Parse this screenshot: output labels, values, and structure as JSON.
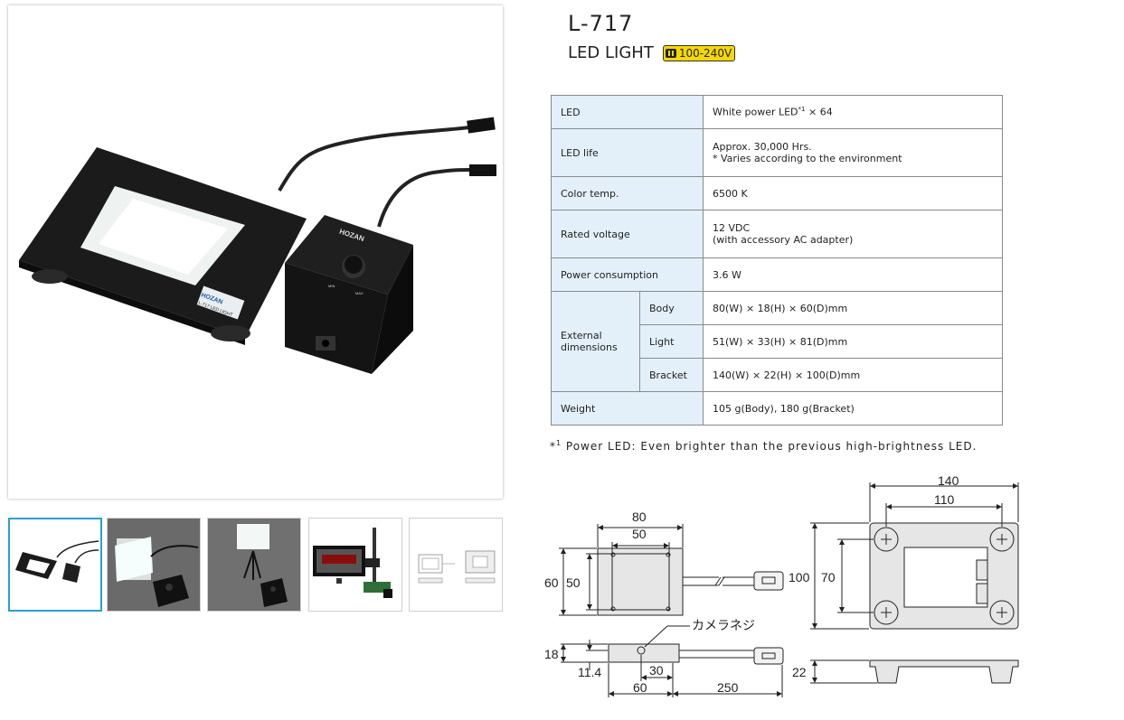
{
  "product": {
    "model": "L-717",
    "name": "LED LIGHT",
    "voltage_badge": "100-240V"
  },
  "gallery": {
    "main_image_label": "HOZAN",
    "main_image_plate_label": "L-717 LED LIGHT",
    "knob_min": "MIN",
    "knob_max": "MAX",
    "selected_index": 0
  },
  "specs": {
    "led_label": "LED",
    "led_value": "White power LED",
    "led_sup": "*1",
    "led_count": " × 64",
    "life_label": "LED life",
    "life_value_1": "Approx. 30,000 Hrs.",
    "life_value_2": "* Varies according to the environment",
    "color_label": "Color temp.",
    "color_value": "6500 K",
    "voltage_label": "Rated voltage",
    "voltage_value_1": "12 VDC",
    "voltage_value_2": "(with accessory AC adapter)",
    "power_label": "Power consumption",
    "power_value": "3.6 W",
    "ext_label_1": "External",
    "ext_label_2": "dimensions",
    "body_label": "Body",
    "body_value": "80(W) × 18(H) × 60(D)mm",
    "light_label": "Light",
    "light_value": "51(W) × 33(H) × 81(D)mm",
    "bracket_label": "Bracket",
    "bracket_value": "140(W) × 22(H) × 100(D)mm",
    "weight_label": "Weight",
    "weight_value": "105 g(Body), 180 g(Bracket)"
  },
  "footnote": {
    "mark": "*",
    "sup": "1",
    "text": " Power LED: Even brighter than the previous high-brightness LED."
  },
  "drawing": {
    "d80": "80",
    "d50": "50",
    "d60": "60",
    "d50v": "50",
    "d140": "140",
    "d110": "110",
    "d100": "100",
    "d70": "70",
    "camera_screw": "カメラネジ",
    "d18": "18",
    "d11_4": "11.4",
    "d30": "30",
    "d60b": "60",
    "d250": "250",
    "d22": "22"
  },
  "colors": {
    "accent": "#2a9fd6",
    "table_label_bg": "#e3f0fa",
    "badge": "#f5d800"
  }
}
